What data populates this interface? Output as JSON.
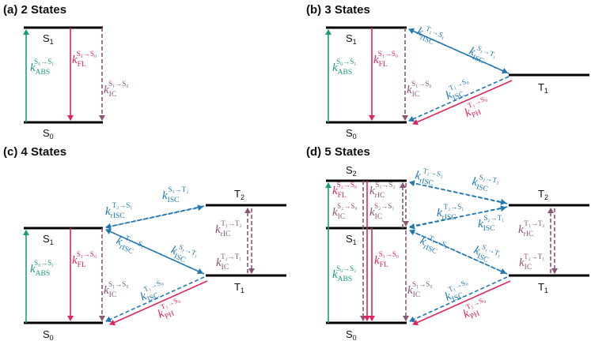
{
  "colors": {
    "abs": "#1a9e77",
    "fl": "#e0245e",
    "ic": "#8b5573",
    "isc": "#1f77b4",
    "ph": "#e0245e"
  },
  "panels": [
    {
      "id": "a",
      "label": "(a)",
      "title": "2 States"
    },
    {
      "id": "b",
      "label": "(b)",
      "title": "3 States"
    },
    {
      "id": "c",
      "label": "(c)",
      "title": "4 States"
    },
    {
      "id": "d",
      "label": "(d)",
      "title": "5 States"
    }
  ],
  "states": {
    "S0": "S",
    "S0_sub": "0",
    "S1": "S",
    "S1_sub": "1",
    "S2": "S",
    "S2_sub": "2",
    "T1": "T",
    "T1_sub": "1",
    "T2": "T",
    "T2_sub": "2"
  },
  "rates": {
    "k": "k",
    "abs_s0_s1": {
      "sub": "ABS",
      "sup": "S₀→S₁"
    },
    "abs_s0_s2": {
      "sub": "ABS",
      "sup": "S₀→S₂"
    },
    "fl_s1_s0": {
      "sub": "FL",
      "sup": "S₁→S₀"
    },
    "fl_s2_s0": {
      "sub": "FL",
      "sup": "S₂→S₀"
    },
    "ic_s1_s0": {
      "sub": "IC",
      "sup": "S₁→S₀"
    },
    "ic_s2_s0": {
      "sub": "IC",
      "sup": "S₂→S₀"
    },
    "ric_s1_s2": {
      "sub": "rIC",
      "sup": "S₁→S₂"
    },
    "ic_s2_s1": {
      "sub": "IC",
      "sup": "S₂→S₁"
    },
    "risc_t1_s1": {
      "sub": "rISC",
      "sup": "T₁→S₁"
    },
    "risc_t2_s1": {
      "sub": "rISC",
      "sup": "T₂→S₁"
    },
    "risc_t2_s2": {
      "sub": "rISC",
      "sup": "T₂→S₂"
    },
    "risc_t1_s2": {
      "sub": "rISC",
      "sup": "T₁→S₂"
    },
    "isc_s1_t1": {
      "sub": "ISC",
      "sup": "S₁→T₁"
    },
    "isc_s1_t2": {
      "sub": "ISC",
      "sup": "S₁→T₂"
    },
    "isc_s2_t2": {
      "sub": "ISC",
      "sup": "S₂→T₂"
    },
    "isc_s2_t1": {
      "sub": "ISC",
      "sup": "S₂→T₁"
    },
    "isc_t1_s0": {
      "sub": "ISC",
      "sup": "T₁→S₀"
    },
    "ph_t1_s0": {
      "sub": "PH",
      "sup": "T₁→S₀"
    },
    "ric_t1_t2": {
      "sub": "rIC",
      "sup": "T₁→T₂"
    },
    "ic_t2_t1": {
      "sub": "IC",
      "sup": "T₂→T₁"
    }
  }
}
